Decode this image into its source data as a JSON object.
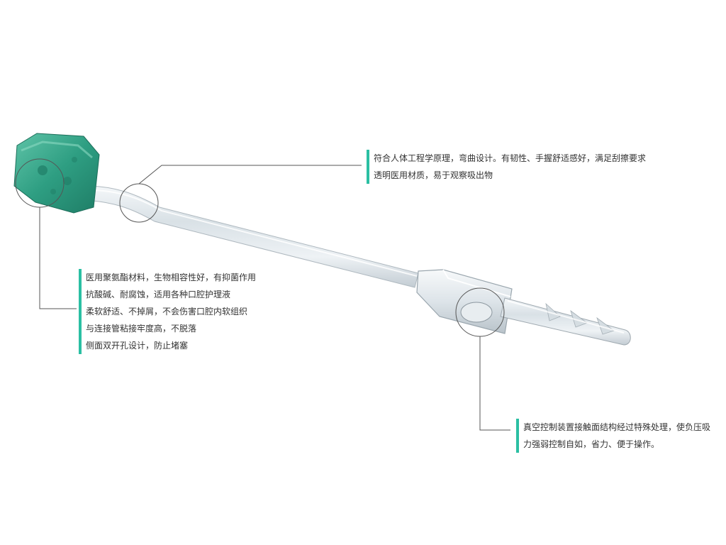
{
  "accent_color": "#2bbfa3",
  "sponge_color": "#2e9e82",
  "callouts": {
    "top": {
      "lines": [
        "符合人体工程学原理，弯曲设计。有韧性、手握舒适感好，满足刮擦要求",
        "透明医用材质，易于观察吸出物"
      ]
    },
    "left": {
      "lines": [
        "医用聚氨酯材料，生物相容性好，有抑菌作用",
        "抗酸碱、耐腐蚀，适用各种口腔护理液",
        "柔软舒适、不掉屑，不会伤害口腔内软组织",
        "与连接管粘接牢度高，不脱落",
        "侧面双开孔设计，防止堵塞"
      ]
    },
    "bottom": {
      "lines": [
        "真空控制装置接触面结构经过特殊处理，使负压吸",
        "力强弱控制自如，省力、便于操作。"
      ]
    }
  }
}
